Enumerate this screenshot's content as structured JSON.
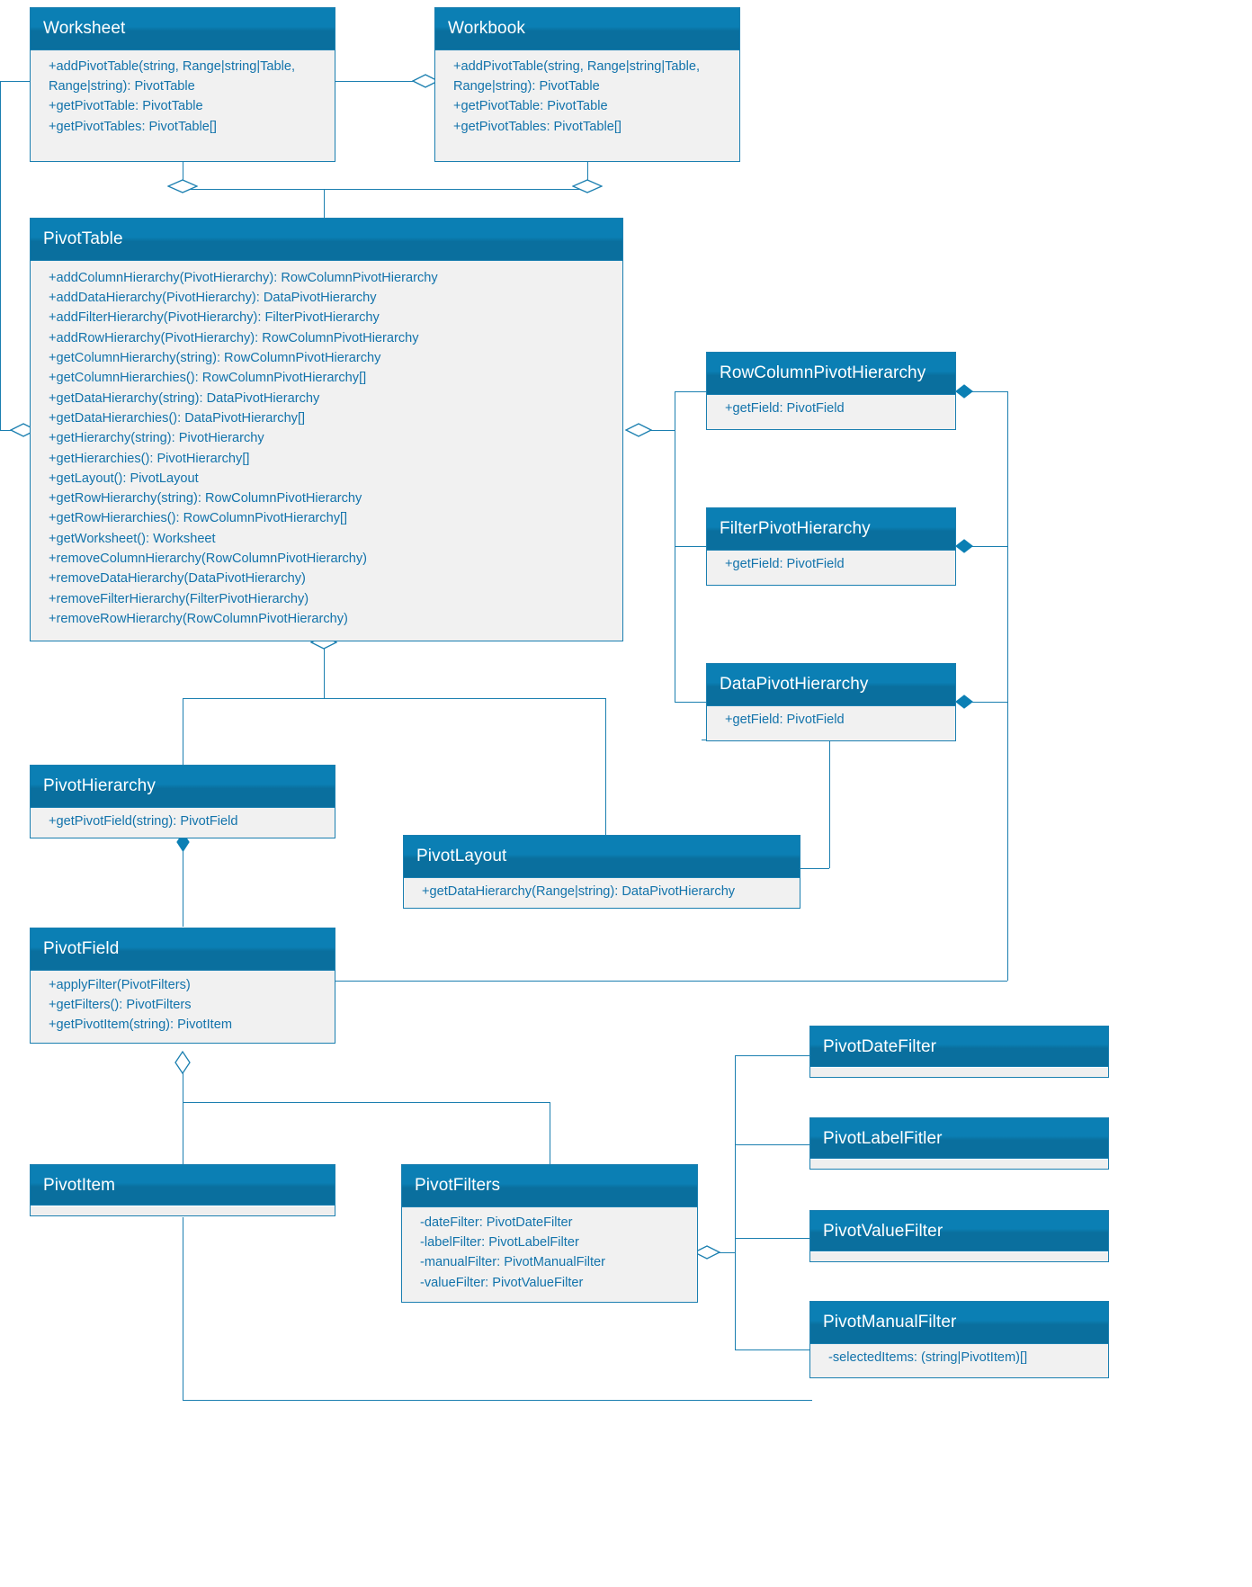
{
  "diagram": {
    "title": "PivotTable API class diagram",
    "accent": "#0b7fb4",
    "body_bg": "#f1f1f1",
    "text_color": "#1273ab"
  },
  "classes": {
    "worksheet": {
      "name": "Worksheet",
      "members": [
        "+addPivotTable(string, Range|string|Table, Range|string): PivotTable",
        "+getPivotTable: PivotTable",
        "+getPivotTables: PivotTable[]"
      ]
    },
    "workbook": {
      "name": "Workbook",
      "members": [
        "+addPivotTable(string, Range|string|Table, Range|string): PivotTable",
        "+getPivotTable: PivotTable",
        "+getPivotTables: PivotTable[]"
      ]
    },
    "pivottable": {
      "name": "PivotTable",
      "members": [
        "+addColumnHierarchy(PivotHierarchy): RowColumnPivotHierarchy",
        "+addDataHierarchy(PivotHierarchy): DataPivotHierarchy",
        "+addFilterHierarchy(PivotHierarchy): FilterPivotHierarchy",
        "+addRowHierarchy(PivotHierarchy): RowColumnPivotHierarchy",
        "+getColumnHierarchy(string): RowColumnPivotHierarchy",
        "+getColumnHierarchies(): RowColumnPivotHierarchy[]",
        "+getDataHierarchy(string): DataPivotHierarchy",
        "+getDataHierarchies(): DataPivotHierarchy[]",
        "+getHierarchy(string): PivotHierarchy",
        "+getHierarchies(): PivotHierarchy[]",
        "+getLayout(): PivotLayout",
        "+getRowHierarchy(string): RowColumnPivotHierarchy",
        "+getRowHierarchies(): RowColumnPivotHierarchy[]",
        "+getWorksheet(): Worksheet",
        "+removeColumnHierarchy(RowColumnPivotHierarchy)",
        "+removeDataHierarchy(DataPivotHierarchy)",
        "+removeFilterHierarchy(FilterPivotHierarchy)",
        "+removeRowHierarchy(RowColumnPivotHierarchy)"
      ]
    },
    "rowcolumnpivothierarchy": {
      "name": "RowColumnPivotHierarchy",
      "members": [
        "+getField: PivotField"
      ]
    },
    "filterpivothierarchy": {
      "name": "FilterPivotHierarchy",
      "members": [
        "+getField: PivotField"
      ]
    },
    "datapivothierarchy": {
      "name": "DataPivotHierarchy",
      "members": [
        "+getField: PivotField"
      ]
    },
    "pivothierarchy": {
      "name": "PivotHierarchy",
      "members": [
        "+getPivotField(string): PivotField"
      ]
    },
    "pivotlayout": {
      "name": "PivotLayout",
      "members": [
        "+getDataHierarchy(Range|string): DataPivotHierarchy"
      ]
    },
    "pivotfield": {
      "name": "PivotField",
      "members": [
        "+applyFilter(PivotFilters)",
        "+getFilters(): PivotFilters",
        "+getPivotItem(string): PivotItem"
      ]
    },
    "pivotitem": {
      "name": "PivotItem",
      "members": []
    },
    "pivotfilters": {
      "name": "PivotFilters",
      "members": [
        "-dateFilter: PivotDateFilter",
        "-labelFilter: PivotLabelFilter",
        "-manualFilter: PivotManualFilter",
        "-valueFilter: PivotValueFilter"
      ]
    },
    "pivotdatefilter": {
      "name": "PivotDateFilter",
      "members": []
    },
    "pivotlabelfilter": {
      "name": "PivotLabelFitler",
      "members": []
    },
    "pivotvaluefilter": {
      "name": "PivotValueFilter",
      "members": []
    },
    "pivotmanualfilter": {
      "name": "PivotManualFilter",
      "members": [
        "-selectedItems: (string|PivotItem)[]"
      ]
    }
  }
}
